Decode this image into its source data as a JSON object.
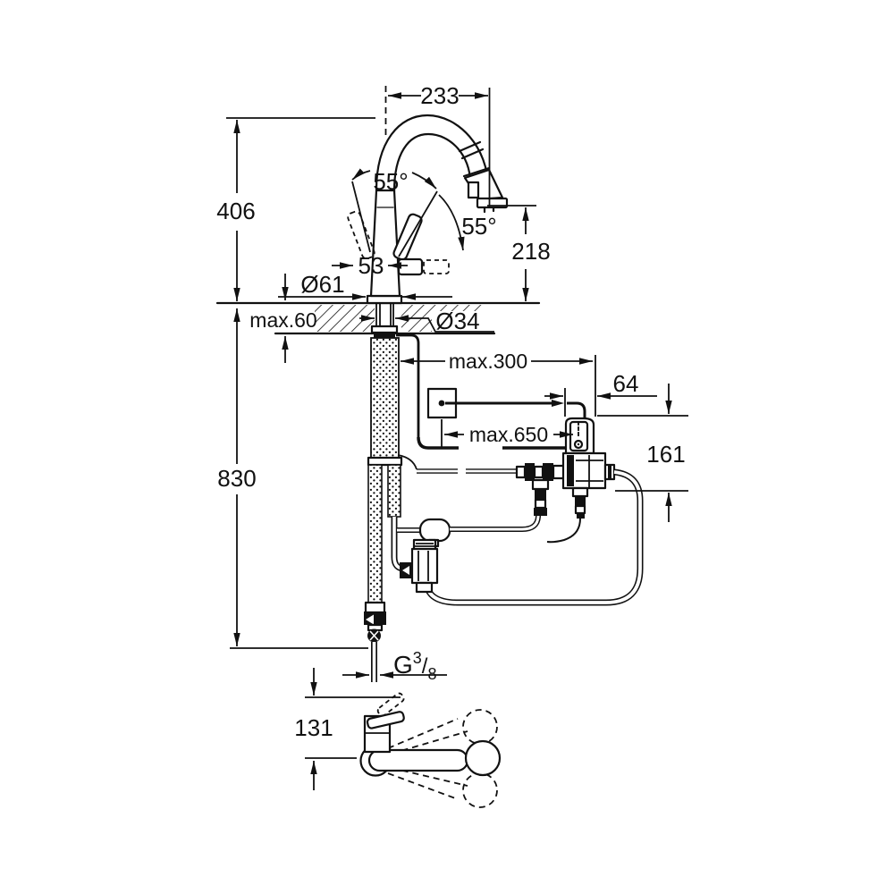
{
  "meta": {
    "background": "#ffffff",
    "line_color": "#111111",
    "drawing_kind": "faucet installation dimension drawing"
  },
  "dims": {
    "spout_reach": "233",
    "height_above_deck": "406",
    "swing_left": "55°",
    "swing_right": "55°",
    "body_width": "53",
    "base_diameter": "Ø61",
    "deck_thickness": "max.60",
    "shank_diameter": "Ø34",
    "outlet_height": "218",
    "hose_offset": "max.300",
    "box_width": "64",
    "cable_length": "max.650",
    "box_height": "161",
    "under_deck_length": "830",
    "front_height": "131",
    "thread_letter": "G",
    "thread_numerator": "3",
    "thread_slash": "/",
    "thread_denominator": "8"
  }
}
